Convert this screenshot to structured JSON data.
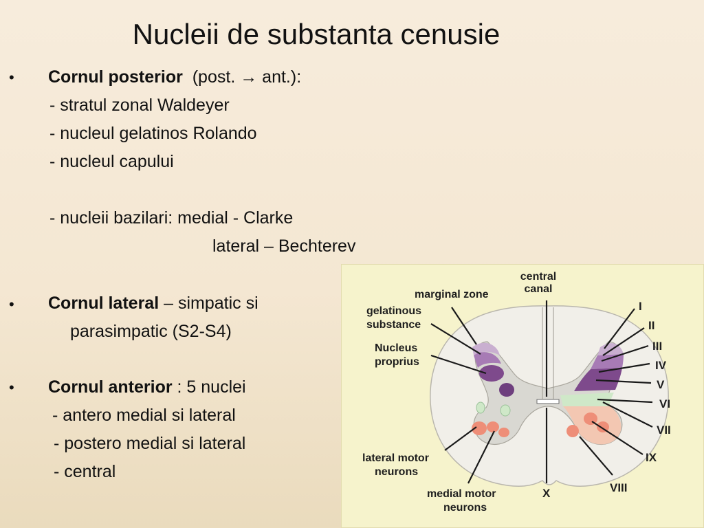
{
  "slide": {
    "title": "Nucleii de substanta cenusie",
    "posterior": {
      "bullet": "•",
      "heading": "Cornul  posterior",
      "suffix_pre": "  (post. ",
      "arrow": "→",
      "suffix_post": " ant.):",
      "items": [
        "- stratul zonal Waldeyer",
        "- nucleul gelatinos Rolando",
        "- nucleul capului",
        "- nucleii bazilari: medial - Clarke",
        "lateral – Bechterev"
      ]
    },
    "lateral": {
      "bullet": "•",
      "heading": "Cornul lateral",
      "suffix": " – simpatic si",
      "line2": "parasimpatic  (S2-S4)"
    },
    "anterior": {
      "bullet": "•",
      "heading": "Cornul anterior",
      "suffix": " : 5 nuclei",
      "items": [
        "- antero medial si lateral",
        "- postero medial si lateral",
        "- central"
      ]
    }
  },
  "figure": {
    "labels": {
      "central_canal_1": "central",
      "central_canal_2": "canal",
      "marginal_zone": "marginal zone",
      "gelatinous_1": "gelatinous",
      "gelatinous_2": "substance",
      "nucleus_proprius_1": "Nucleus",
      "nucleus_proprius_2": "proprius",
      "lateral_motor_1": "lateral motor",
      "lateral_motor_2": "neurons",
      "medial_motor_1": "medial motor",
      "medial_motor_2": "neurons"
    },
    "laminae": [
      "I",
      "II",
      "III",
      "IV",
      "V",
      "VI",
      "VII",
      "VIII",
      "IX",
      "X"
    ],
    "colors": {
      "background": "#f6f3cc",
      "white_matter": "#f1efe9",
      "gray_matter": "#d9d8d2",
      "lamina_dark": "#7e4a8c",
      "lamina_mid": "#a77bb5",
      "lamina_light": "#c9afd0",
      "lamina_green": "#cfe8c8",
      "motor_zone": "#f3c7b2",
      "motor_nuclei": "#ee8e78"
    }
  }
}
